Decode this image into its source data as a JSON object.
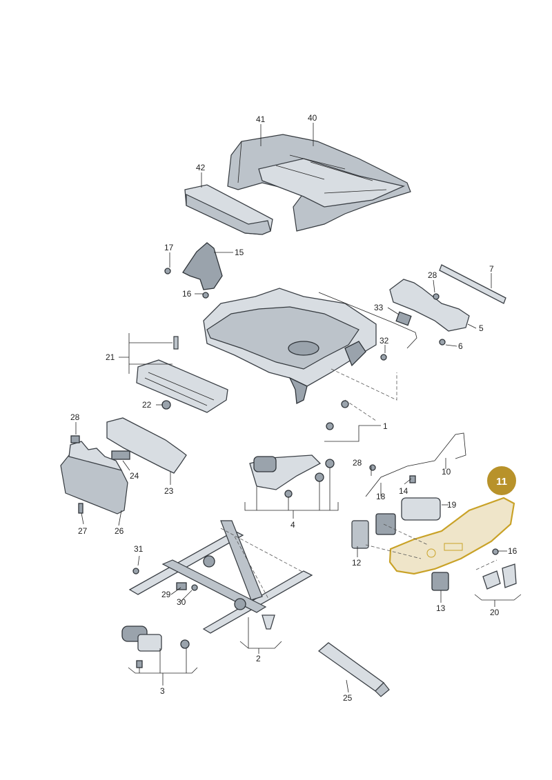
{
  "diagram": {
    "highlight": {
      "label": "11",
      "color": "#b8922a"
    },
    "labels": {
      "l1": "1",
      "l2": "2",
      "l3": "3",
      "l4": "4",
      "l5": "5",
      "l6": "6",
      "l7": "7",
      "l10": "10",
      "l12": "12",
      "l13": "13",
      "l14": "14",
      "l15": "15",
      "l16a": "16",
      "l16b": "16",
      "l17": "17",
      "l18": "18",
      "l19": "19",
      "l20": "20",
      "l21": "21",
      "l22": "22",
      "l23": "23",
      "l24": "24",
      "l25": "25",
      "l26": "26",
      "l27": "27",
      "l28a": "28",
      "l28b": "28",
      "l28c": "28",
      "l29": "29",
      "l30": "30",
      "l31": "31",
      "l32": "32",
      "l33": "33",
      "l40": "40",
      "l41": "41",
      "l42": "42"
    }
  }
}
